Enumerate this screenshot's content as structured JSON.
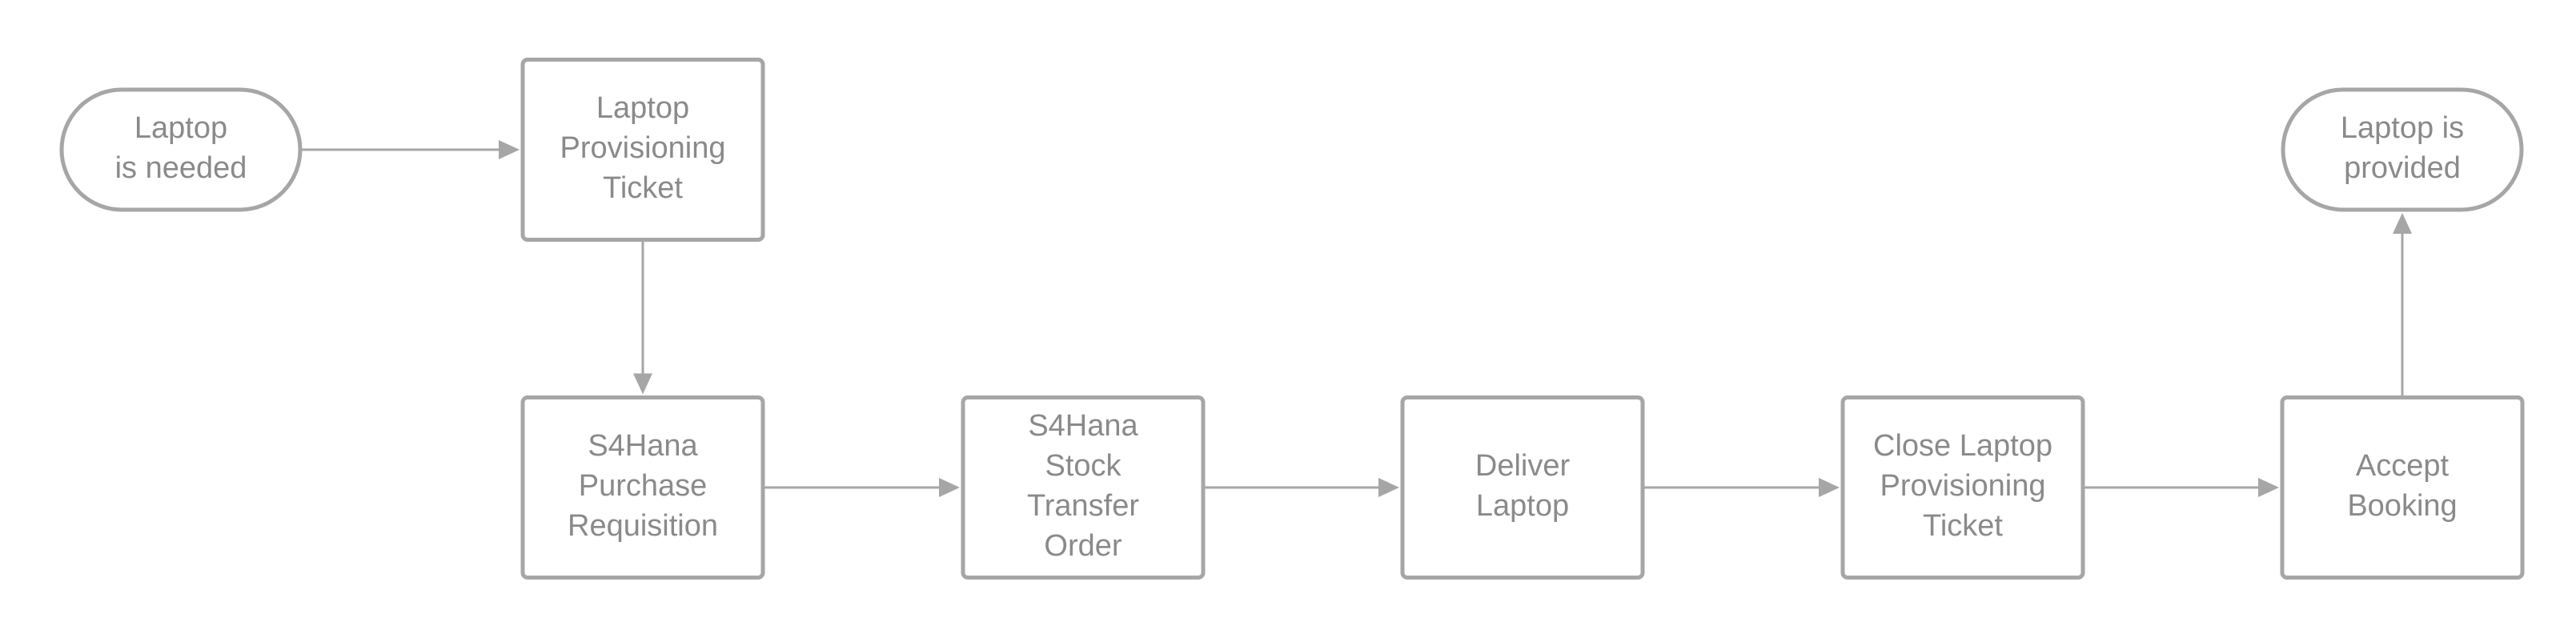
{
  "diagram": {
    "colors": {
      "stroke": "#a6a6a6",
      "text": "#8a8a8a",
      "background": "#ffffff"
    },
    "nodes": [
      {
        "id": "laptop-is-needed",
        "kind": "terminator",
        "lines": [
          "Laptop",
          "is needed"
        ]
      },
      {
        "id": "laptop-provisioning-ticket",
        "kind": "process",
        "lines": [
          "Laptop",
          "Provisioning",
          "Ticket"
        ]
      },
      {
        "id": "s4hana-purchase-requisition",
        "kind": "process",
        "lines": [
          "S4Hana",
          "Purchase",
          "Requisition"
        ]
      },
      {
        "id": "s4hana-stock-transfer-order",
        "kind": "process",
        "lines": [
          "S4Hana",
          "Stock",
          "Transfer",
          "Order"
        ]
      },
      {
        "id": "deliver-laptop",
        "kind": "process",
        "lines": [
          "Deliver",
          "Laptop"
        ]
      },
      {
        "id": "close-laptop-provisioning-ticket",
        "kind": "process",
        "lines": [
          "Close Laptop",
          "Provisioning",
          "Ticket"
        ]
      },
      {
        "id": "accept-booking",
        "kind": "process",
        "lines": [
          "Accept",
          "Booking"
        ]
      },
      {
        "id": "laptop-is-provided",
        "kind": "terminator",
        "lines": [
          "Laptop is",
          "provided"
        ]
      }
    ],
    "edges": [
      {
        "from": "laptop-is-needed",
        "to": "laptop-provisioning-ticket"
      },
      {
        "from": "laptop-provisioning-ticket",
        "to": "s4hana-purchase-requisition"
      },
      {
        "from": "s4hana-purchase-requisition",
        "to": "s4hana-stock-transfer-order"
      },
      {
        "from": "s4hana-stock-transfer-order",
        "to": "deliver-laptop"
      },
      {
        "from": "deliver-laptop",
        "to": "close-laptop-provisioning-ticket"
      },
      {
        "from": "close-laptop-provisioning-ticket",
        "to": "accept-booking"
      },
      {
        "from": "accept-booking",
        "to": "laptop-is-provided"
      }
    ]
  }
}
